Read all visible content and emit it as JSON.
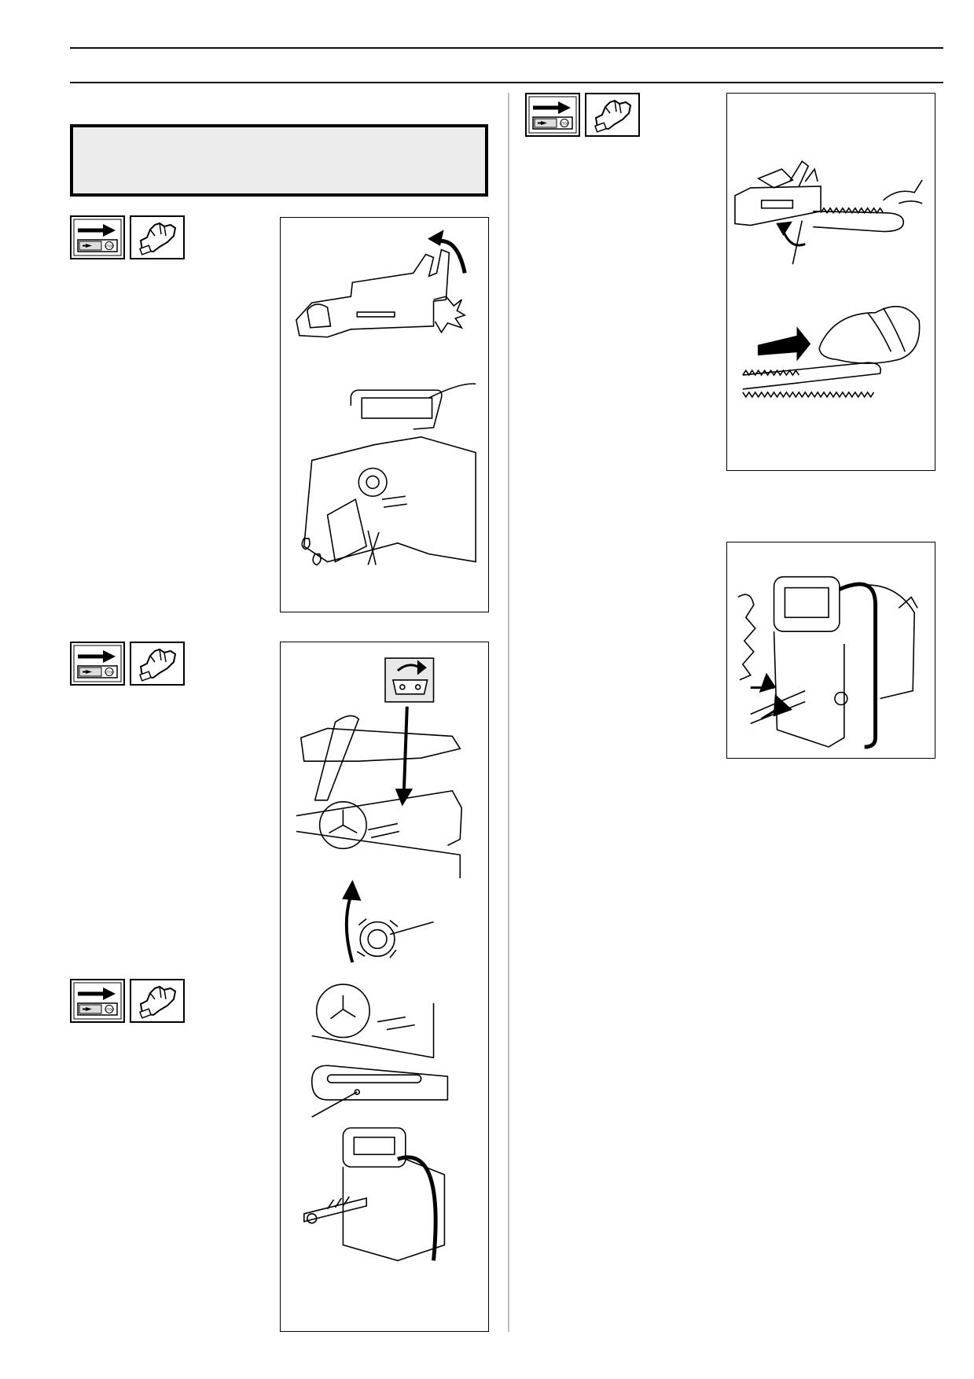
{
  "page": {
    "colors": {
      "rule": "#111111",
      "divider": "#bdbdbd",
      "warning_fill": "#ececec",
      "ink": "#000000"
    }
  },
  "warning_box": {
    "text": ""
  },
  "icons": {
    "stop_engine": {
      "name": "stop-engine-icon"
    },
    "gloves": {
      "name": "protective-glove-icon"
    }
  },
  "figures": [
    {
      "name": "chain-brake-check-figure"
    },
    {
      "name": "clutch-cover-removal-figure"
    },
    {
      "name": "drive-sprocket-figure"
    },
    {
      "name": "guide-bar-mounting-figure"
    },
    {
      "name": "chain-tension-figure"
    },
    {
      "name": "chain-catcher-figure"
    }
  ]
}
